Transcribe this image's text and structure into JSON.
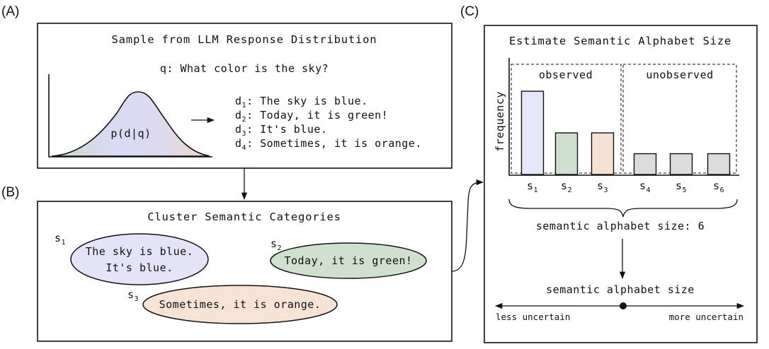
{
  "panel_a": {
    "label": "(A)",
    "title": "Sample from LLM Response Distribution",
    "question": "q: What color is the sky?",
    "curve_label": "p(d|q)",
    "responses": [
      {
        "id": "d",
        "sub": "1",
        "text": ": The sky is blue."
      },
      {
        "id": "d",
        "sub": "2",
        "text": ": Today, it is green!"
      },
      {
        "id": "d",
        "sub": "3",
        "text": ": It's blue."
      },
      {
        "id": "d",
        "sub": "4",
        "text": ": Sometimes, it is orange."
      }
    ]
  },
  "panel_b": {
    "label": "(B)",
    "title": "Cluster Semantic Categories",
    "clusters": [
      {
        "id": "s",
        "sub": "1",
        "lines": [
          "The sky is blue.",
          "It's blue."
        ],
        "color": "#e4e3f8"
      },
      {
        "id": "s",
        "sub": "2",
        "lines": [
          "Today, it is green!"
        ],
        "color": "#cfe0cf"
      },
      {
        "id": "s",
        "sub": "3",
        "lines": [
          "Sometimes, it is orange."
        ],
        "color": "#f6e3d5"
      }
    ]
  },
  "panel_c": {
    "label": "(C)",
    "title": "Estimate Semantic Alphabet Size",
    "ylabel": "frequency",
    "observed_label": "observed",
    "unobserved_label": "unobserved",
    "alphabet_size_text": "semantic alphabet size: 6",
    "scale_title": "semantic alphabet size",
    "scale_left": "less uncertain",
    "scale_right": "more uncertain"
  },
  "chart_data": {
    "type": "bar",
    "categories": [
      "s1",
      "s2",
      "s3",
      "s4",
      "s5",
      "s6"
    ],
    "category_ids": [
      {
        "id": "s",
        "sub": "1"
      },
      {
        "id": "s",
        "sub": "2"
      },
      {
        "id": "s",
        "sub": "3"
      },
      {
        "id": "s",
        "sub": "4"
      },
      {
        "id": "s",
        "sub": "5"
      },
      {
        "id": "s",
        "sub": "6"
      }
    ],
    "values": [
      4,
      2,
      2,
      1,
      1,
      1
    ],
    "groups": [
      "observed",
      "observed",
      "observed",
      "unobserved",
      "unobserved",
      "unobserved"
    ],
    "colors": [
      "#e6e6fb",
      "#cfe0cf",
      "#f6e2d4",
      "#dcdcdc",
      "#dcdcdc",
      "#dcdcdc"
    ],
    "ylabel": "frequency",
    "ylim": [
      0,
      5.6
    ]
  }
}
